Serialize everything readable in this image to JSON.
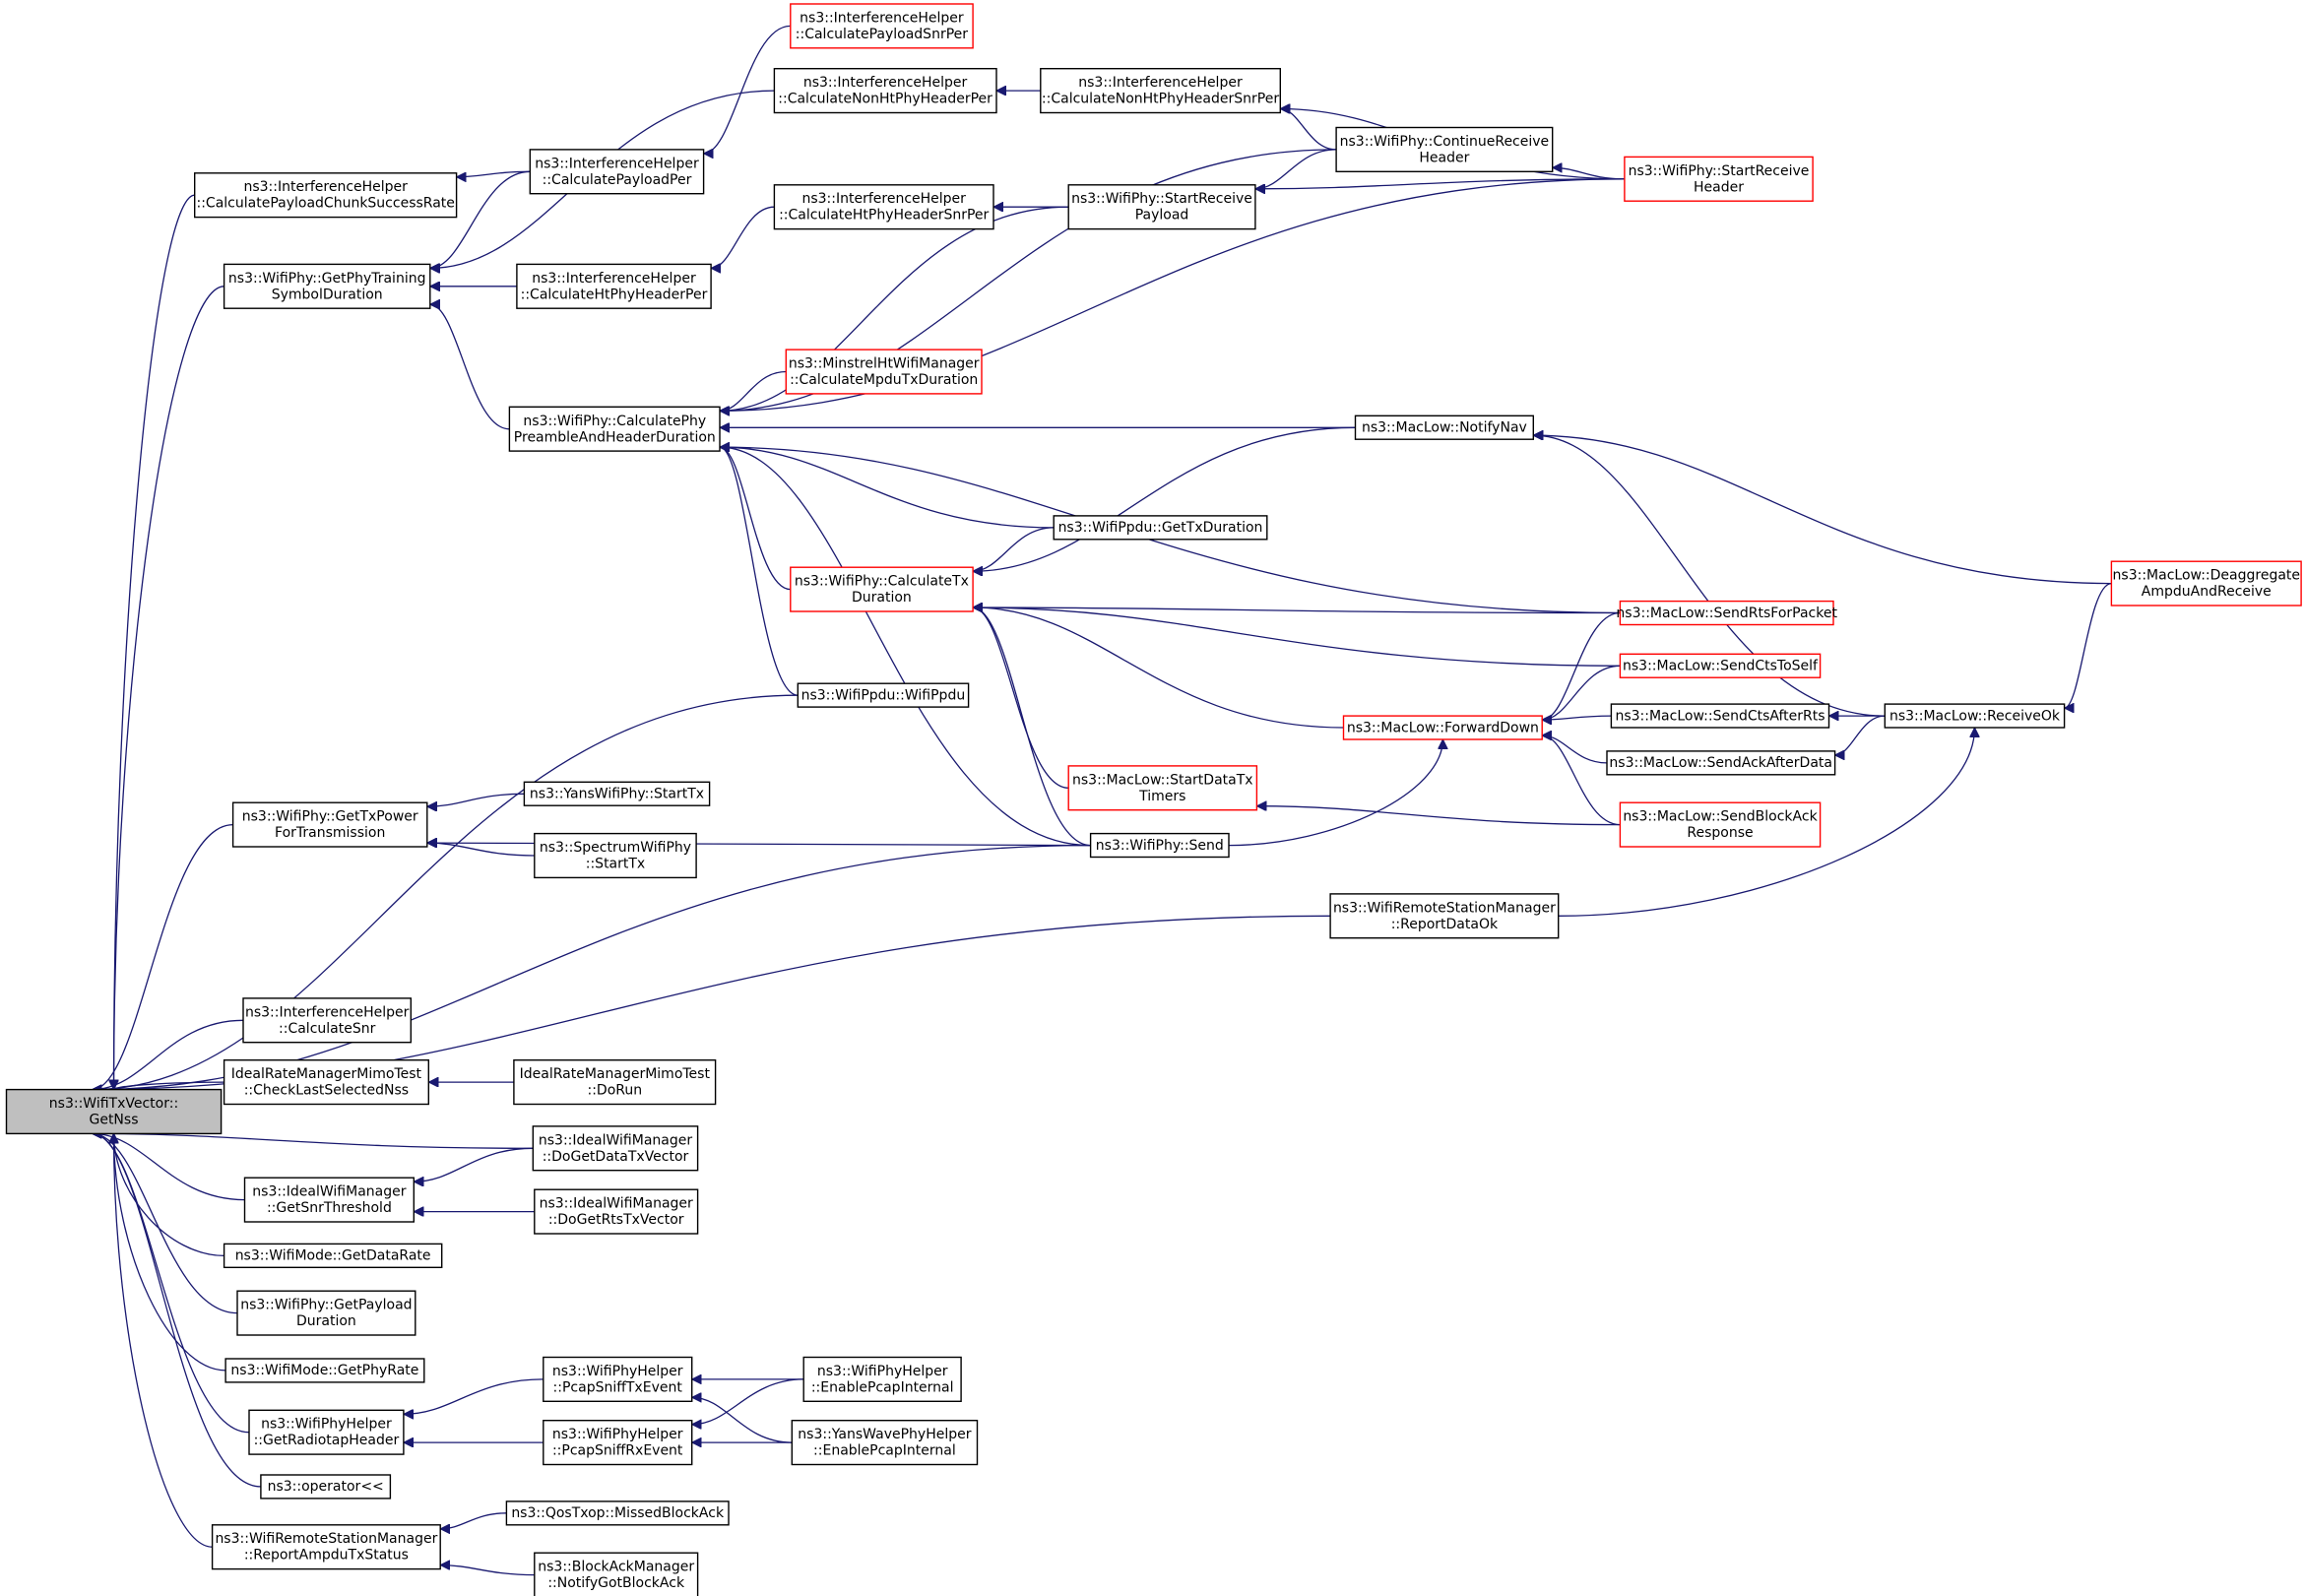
{
  "diagram": {
    "colors": {
      "edge": "#191970",
      "node_border": "#000000",
      "node_border_truncated": "#ff0000",
      "focus_fill": "#bfbfbf"
    },
    "nodes": [
      {
        "id": "getnss",
        "lines": [
          "ns3::WifiTxVector::",
          "GetNss"
        ],
        "style": "focus"
      },
      {
        "id": "calcPayloadChunk",
        "lines": [
          "ns3::InterferenceHelper",
          "::CalculatePayloadChunkSuccessRate"
        ],
        "style": "normal"
      },
      {
        "id": "getPhyTraining",
        "lines": [
          "ns3::WifiPhy::GetPhyTraining",
          "SymbolDuration"
        ],
        "style": "normal"
      },
      {
        "id": "calcPayloadPer",
        "lines": [
          "ns3::InterferenceHelper",
          "::CalculatePayloadPer"
        ],
        "style": "normal"
      },
      {
        "id": "calcPayloadSnrPer",
        "lines": [
          "ns3::InterferenceHelper",
          "::CalculatePayloadSnrPer"
        ],
        "style": "red"
      },
      {
        "id": "calcNonHtPer",
        "lines": [
          "ns3::InterferenceHelper",
          "::CalculateNonHtPhyHeaderPer"
        ],
        "style": "normal"
      },
      {
        "id": "calcNonHtSnrPer",
        "lines": [
          "ns3::InterferenceHelper",
          "::CalculateNonHtPhyHeaderSnrPer"
        ],
        "style": "normal"
      },
      {
        "id": "continueRecv",
        "lines": [
          "ns3::WifiPhy::ContinueReceive",
          "Header"
        ],
        "style": "normal"
      },
      {
        "id": "startRecvHeader",
        "lines": [
          "ns3::WifiPhy::StartReceive",
          "Header"
        ],
        "style": "red"
      },
      {
        "id": "calcHtSnrPer",
        "lines": [
          "ns3::InterferenceHelper",
          "::CalculateHtPhyHeaderSnrPer"
        ],
        "style": "normal"
      },
      {
        "id": "startRecvPayload",
        "lines": [
          "ns3::WifiPhy::StartReceive",
          "Payload"
        ],
        "style": "normal"
      },
      {
        "id": "calcHtPer",
        "lines": [
          "ns3::InterferenceHelper",
          "::CalculateHtPhyHeaderPer"
        ],
        "style": "normal"
      },
      {
        "id": "minstrel",
        "lines": [
          "ns3::MinstrelHtWifiManager",
          "::CalculateMpduTxDuration"
        ],
        "style": "red"
      },
      {
        "id": "calcPreamble",
        "lines": [
          "ns3::WifiPhy::CalculatePhy",
          "PreambleAndHeaderDuration"
        ],
        "style": "normal"
      },
      {
        "id": "notifyNav",
        "lines": [
          "ns3::MacLow::NotifyNav"
        ],
        "style": "normal"
      },
      {
        "id": "deaggregate",
        "lines": [
          "ns3::MacLow::Deaggregate",
          "AmpduAndReceive"
        ],
        "style": "red"
      },
      {
        "id": "ppduGetTx",
        "lines": [
          "ns3::WifiPpdu::GetTxDuration"
        ],
        "style": "normal"
      },
      {
        "id": "calcTx",
        "lines": [
          "ns3::WifiPhy::CalculateTx",
          "Duration"
        ],
        "style": "red"
      },
      {
        "id": "sendRts",
        "lines": [
          "ns3::MacLow::SendRtsForPacket"
        ],
        "style": "red"
      },
      {
        "id": "sendCtsSelf",
        "lines": [
          "ns3::MacLow::SendCtsToSelf"
        ],
        "style": "red"
      },
      {
        "id": "wifiPpdu",
        "lines": [
          "ns3::WifiPpdu::WifiPpdu"
        ],
        "style": "normal"
      },
      {
        "id": "forwardDown",
        "lines": [
          "ns3::MacLow::ForwardDown"
        ],
        "style": "red"
      },
      {
        "id": "sendCtsAfterRts",
        "lines": [
          "ns3::MacLow::SendCtsAfterRts"
        ],
        "style": "normal"
      },
      {
        "id": "receiveOk",
        "lines": [
          "ns3::MacLow::ReceiveOk"
        ],
        "style": "normal"
      },
      {
        "id": "sendAckAfter",
        "lines": [
          "ns3::MacLow::SendAckAfterData"
        ],
        "style": "normal"
      },
      {
        "id": "startDataTx",
        "lines": [
          "ns3::MacLow::StartDataTx",
          "Timers"
        ],
        "style": "red"
      },
      {
        "id": "sendBlockAck",
        "lines": [
          "ns3::MacLow::SendBlockAck",
          "Response"
        ],
        "style": "red"
      },
      {
        "id": "getTxPower",
        "lines": [
          "ns3::WifiPhy::GetTxPower",
          "ForTransmission"
        ],
        "style": "normal"
      },
      {
        "id": "yansStartTx",
        "lines": [
          "ns3::YansWifiPhy::StartTx"
        ],
        "style": "normal"
      },
      {
        "id": "spectrumStartTx",
        "lines": [
          "ns3::SpectrumWifiPhy",
          "::StartTx"
        ],
        "style": "normal"
      },
      {
        "id": "wifiPhySend",
        "lines": [
          "ns3::WifiPhy::Send"
        ],
        "style": "normal"
      },
      {
        "id": "reportDataOk",
        "lines": [
          "ns3::WifiRemoteStationManager",
          "::ReportDataOk"
        ],
        "style": "normal"
      },
      {
        "id": "calcSnr",
        "lines": [
          "ns3::InterferenceHelper",
          "::CalculateSnr"
        ],
        "style": "normal"
      },
      {
        "id": "checkLastNss",
        "lines": [
          "IdealRateManagerMimoTest",
          "::CheckLastSelectedNss"
        ],
        "style": "normal"
      },
      {
        "id": "doRun",
        "lines": [
          "IdealRateManagerMimoTest",
          "::DoRun"
        ],
        "style": "normal"
      },
      {
        "id": "doGetData",
        "lines": [
          "ns3::IdealWifiManager",
          "::DoGetDataTxVector"
        ],
        "style": "normal"
      },
      {
        "id": "getSnrThresh",
        "lines": [
          "ns3::IdealWifiManager",
          "::GetSnrThreshold"
        ],
        "style": "normal"
      },
      {
        "id": "doGetRts",
        "lines": [
          "ns3::IdealWifiManager",
          "::DoGetRtsTxVector"
        ],
        "style": "normal"
      },
      {
        "id": "getDataRate",
        "lines": [
          "ns3::WifiMode::GetDataRate"
        ],
        "style": "normal"
      },
      {
        "id": "getPayloadDur",
        "lines": [
          "ns3::WifiPhy::GetPayload",
          "Duration"
        ],
        "style": "normal"
      },
      {
        "id": "getPhyRate",
        "lines": [
          "ns3::WifiMode::GetPhyRate"
        ],
        "style": "normal"
      },
      {
        "id": "getRadiotap",
        "lines": [
          "ns3::WifiPhyHelper",
          "::GetRadiotapHeader"
        ],
        "style": "normal"
      },
      {
        "id": "pcapTx",
        "lines": [
          "ns3::WifiPhyHelper",
          "::PcapSniffTxEvent"
        ],
        "style": "normal"
      },
      {
        "id": "pcapRx",
        "lines": [
          "ns3::WifiPhyHelper",
          "::PcapSniffRxEvent"
        ],
        "style": "normal"
      },
      {
        "id": "enablePcapWifi",
        "lines": [
          "ns3::WifiPhyHelper",
          "::EnablePcapInternal"
        ],
        "style": "normal"
      },
      {
        "id": "enablePcapYans",
        "lines": [
          "ns3::YansWavePhyHelper",
          "::EnablePcapInternal"
        ],
        "style": "normal"
      },
      {
        "id": "operatorLL",
        "lines": [
          "ns3::operator<<"
        ],
        "style": "normal"
      },
      {
        "id": "reportAmpdu",
        "lines": [
          "ns3::WifiRemoteStationManager",
          "::ReportAmpduTxStatus"
        ],
        "style": "normal"
      },
      {
        "id": "missedBlockAck",
        "lines": [
          "ns3::QosTxop::MissedBlockAck"
        ],
        "style": "normal"
      },
      {
        "id": "notifyGotBlockAck",
        "lines": [
          "ns3::BlockAckManager",
          "::NotifyGotBlockAck"
        ],
        "style": "normal"
      }
    ],
    "edges": [
      {
        "from": "calcPayloadChunk",
        "to": "getnss"
      },
      {
        "from": "getPhyTraining",
        "to": "getnss"
      },
      {
        "from": "calcPayloadPer",
        "to": "calcPayloadChunk"
      },
      {
        "from": "calcPayloadPer",
        "to": "getPhyTraining"
      },
      {
        "from": "calcPayloadSnrPer",
        "to": "calcPayloadPer"
      },
      {
        "from": "calcNonHtPer",
        "to": "getPhyTraining"
      },
      {
        "from": "calcNonHtSnrPer",
        "to": "calcNonHtPer"
      },
      {
        "from": "continueRecv",
        "to": "calcNonHtSnrPer"
      },
      {
        "from": "startRecvHeader",
        "to": "calcNonHtSnrPer"
      },
      {
        "from": "startRecvHeader",
        "to": "continueRecv"
      },
      {
        "from": "calcHtPer",
        "to": "getPhyTraining"
      },
      {
        "from": "calcHtSnrPer",
        "to": "calcHtPer"
      },
      {
        "from": "startRecvPayload",
        "to": "calcHtSnrPer"
      },
      {
        "from": "continueRecv",
        "to": "startRecvPayload"
      },
      {
        "from": "startRecvHeader",
        "to": "startRecvPayload"
      },
      {
        "from": "calcPreamble",
        "to": "getPhyTraining"
      },
      {
        "from": "continueRecv",
        "to": "calcPreamble"
      },
      {
        "from": "startRecvPayload",
        "to": "calcPreamble"
      },
      {
        "from": "startRecvHeader",
        "to": "calcPreamble"
      },
      {
        "from": "minstrel",
        "to": "calcPreamble"
      },
      {
        "from": "notifyNav",
        "to": "calcPreamble"
      },
      {
        "from": "sendRts",
        "to": "calcPreamble"
      },
      {
        "from": "ppduGetTx",
        "to": "calcPreamble"
      },
      {
        "from": "calcTx",
        "to": "calcPreamble"
      },
      {
        "from": "wifiPpdu",
        "to": "calcPreamble"
      },
      {
        "from": "wifiPhySend",
        "to": "calcPreamble"
      },
      {
        "from": "deaggregate",
        "to": "notifyNav"
      },
      {
        "from": "receiveOk",
        "to": "notifyNav"
      },
      {
        "from": "ppduGetTx",
        "to": "calcTx"
      },
      {
        "from": "notifyNav",
        "to": "calcTx"
      },
      {
        "from": "sendRts",
        "to": "calcTx"
      },
      {
        "from": "sendCtsSelf",
        "to": "calcTx"
      },
      {
        "from": "forwardDown",
        "to": "calcTx"
      },
      {
        "from": "startDataTx",
        "to": "calcTx"
      },
      {
        "from": "wifiPhySend",
        "to": "calcTx"
      },
      {
        "from": "sendRts",
        "to": "forwardDown"
      },
      {
        "from": "sendCtsSelf",
        "to": "forwardDown"
      },
      {
        "from": "sendCtsAfterRts",
        "to": "forwardDown"
      },
      {
        "from": "sendAckAfter",
        "to": "forwardDown"
      },
      {
        "from": "sendBlockAck",
        "to": "forwardDown"
      },
      {
        "from": "wifiPhySend",
        "to": "forwardDown"
      },
      {
        "from": "receiveOk",
        "to": "sendCtsAfterRts"
      },
      {
        "from": "receiveOk",
        "to": "sendAckAfter"
      },
      {
        "from": "deaggregate",
        "to": "receiveOk"
      },
      {
        "from": "reportDataOk",
        "to": "receiveOk"
      },
      {
        "from": "sendBlockAck",
        "to": "startDataTx"
      },
      {
        "from": "wifiPpdu",
        "to": "getnss"
      },
      {
        "from": "getTxPower",
        "to": "getnss"
      },
      {
        "from": "yansStartTx",
        "to": "getTxPower"
      },
      {
        "from": "spectrumStartTx",
        "to": "getTxPower"
      },
      {
        "from": "wifiPhySend",
        "to": "getTxPower"
      },
      {
        "from": "wifiPhySend",
        "to": "getnss"
      },
      {
        "from": "reportDataOk",
        "to": "getnss"
      },
      {
        "from": "calcSnr",
        "to": "getnss"
      },
      {
        "from": "checkLastNss",
        "to": "getnss"
      },
      {
        "from": "doRun",
        "to": "checkLastNss"
      },
      {
        "from": "doGetData",
        "to": "getnss"
      },
      {
        "from": "getSnrThresh",
        "to": "getnss"
      },
      {
        "from": "doGetData",
        "to": "getSnrThresh"
      },
      {
        "from": "doGetRts",
        "to": "getSnrThresh"
      },
      {
        "from": "getDataRate",
        "to": "getnss"
      },
      {
        "from": "getPayloadDur",
        "to": "getnss"
      },
      {
        "from": "getPhyRate",
        "to": "getnss"
      },
      {
        "from": "getRadiotap",
        "to": "getnss"
      },
      {
        "from": "pcapTx",
        "to": "getRadiotap"
      },
      {
        "from": "pcapRx",
        "to": "getRadiotap"
      },
      {
        "from": "enablePcapWifi",
        "to": "pcapTx"
      },
      {
        "from": "enablePcapYans",
        "to": "pcapTx"
      },
      {
        "from": "enablePcapWifi",
        "to": "pcapRx"
      },
      {
        "from": "enablePcapYans",
        "to": "pcapRx"
      },
      {
        "from": "operatorLL",
        "to": "getnss"
      },
      {
        "from": "reportAmpdu",
        "to": "getnss"
      },
      {
        "from": "missedBlockAck",
        "to": "reportAmpdu"
      },
      {
        "from": "notifyGotBlockAck",
        "to": "reportAmpdu"
      }
    ]
  }
}
